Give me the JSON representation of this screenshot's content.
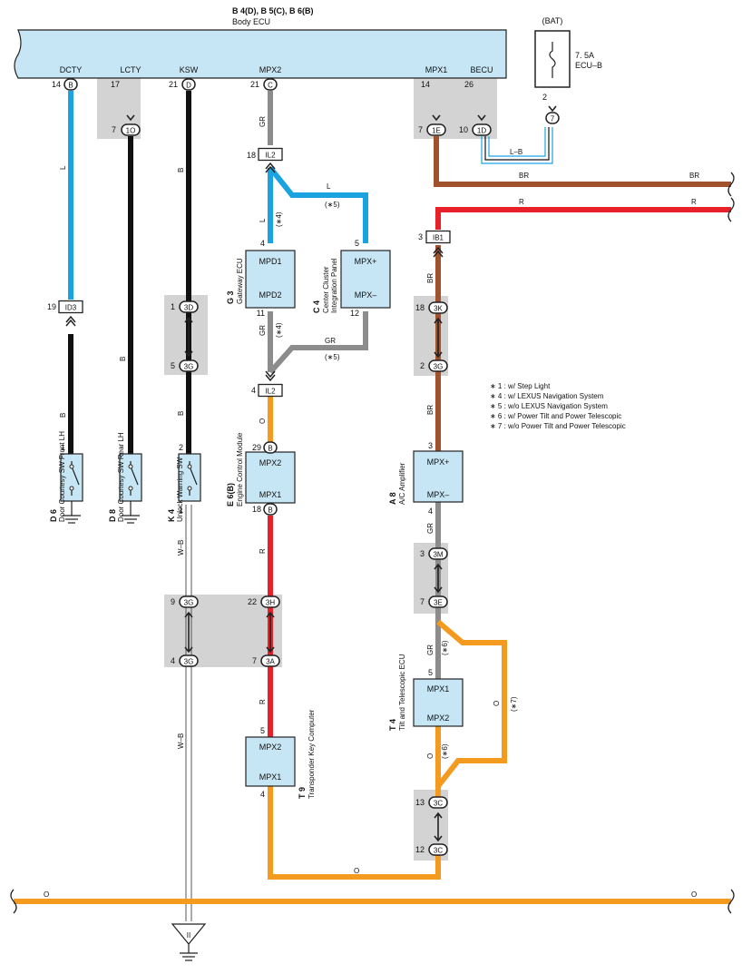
{
  "header": {
    "ecu_code": "B 4(D), B 5(C), B 6(B)",
    "ecu_name": "Body ECU",
    "terminals": [
      "DCTY",
      "LCTY",
      "KSW",
      "MPX2",
      "MPX1",
      "BECU"
    ]
  },
  "bat": {
    "label": "(BAT)",
    "fuse_rating": "7. 5A",
    "fuse_name": "ECU–B",
    "pin": "2",
    "connector": "7"
  },
  "pins": {
    "dcty": "14",
    "dcty_conn": "B",
    "lcty": "17",
    "lcty_j": "7",
    "lcty_conn": "1O",
    "ksw": "21",
    "ksw_conn": "D",
    "mpx2": "21",
    "mpx2_conn": "C",
    "mpx1": "14",
    "mpx1_j": "7",
    "mpx1_conn": "1E",
    "becu": "26",
    "becu_j": "10",
    "becu_conn": "1D"
  },
  "wire_colors": {
    "blue": "#1aa3e0",
    "black": "#111111",
    "gray": "#8c8c8c",
    "orange": "#f39a1f",
    "red": "#e8202a",
    "brown": "#a0522d",
    "ecu_fill": "#c7e6f5"
  },
  "wire_labels": {
    "l": "L",
    "b": "B",
    "gr": "GR",
    "o": "O",
    "r": "R",
    "br": "BR",
    "lb": "L–B",
    "wb": "W–B"
  },
  "notes": {
    "n4": "(∗4)",
    "n5": "(∗5)",
    "n6": "(∗6)",
    "n7": "(∗7)",
    "legend": [
      "∗ 1 : w/ Step Light",
      "∗ 4 : w/ LEXUS Navigation System",
      "∗ 5 : w/o LEXUS Navigation System",
      "∗ 6 : w/ Power Tilt and Power Telescopic",
      "∗ 7 : w/o Power Tilt and Power Telescopic"
    ]
  },
  "connectors": {
    "il2": "IL2",
    "id3": "ID3",
    "ib1": "IB1",
    "c3d": "3D",
    "c3g": "3G",
    "c3h": "3H",
    "c3a": "3A",
    "c3k": "3K",
    "c3m": "3M",
    "c3e": "3E",
    "c3c": "3C",
    "b": "B"
  },
  "pin_numbers": {
    "p18": "18",
    "p4": "4",
    "p5": "5",
    "p11": "11",
    "p12": "12",
    "p19": "19",
    "p1": "1",
    "p2": "2",
    "p3": "3",
    "p29": "29",
    "p9": "9",
    "p22": "22",
    "p7": "7",
    "p13": "13"
  },
  "components": {
    "g3": {
      "code": "G 3",
      "name": "Gateway ECU",
      "pin_top": "MPD1",
      "pin_bot": "MPD2"
    },
    "c4": {
      "code": "C 4",
      "name1": "Center Cluster",
      "name2": "Integration Panel",
      "pin_top": "MPX+",
      "pin_bot": "MPX–"
    },
    "e6": {
      "code": "E 6(B)",
      "name": "Engine Control Module",
      "pin_top": "MPX2",
      "pin_bot": "MPX1"
    },
    "a8": {
      "code": "A 8",
      "name": "A/C Amplifier",
      "pin_top": "MPX+",
      "pin_bot": "MPX–"
    },
    "t4": {
      "code": "T 4",
      "name": "Tilt and Telescopic ECU",
      "pin_top": "MPX1",
      "pin_bot": "MPX2"
    },
    "t9": {
      "code": "T 9",
      "name": "Transponder Key Computer",
      "pin_top": "MPX2",
      "pin_bot": "MPX1"
    },
    "d6": {
      "code": "D 6",
      "name": "Door Courtesy SW Front LH"
    },
    "d8": {
      "code": "D 8",
      "name": "Door Courtesy SW Rear LH"
    },
    "k4": {
      "code": "K 4",
      "name": "Unlock Warning SW"
    }
  },
  "ground_symbol": "II"
}
